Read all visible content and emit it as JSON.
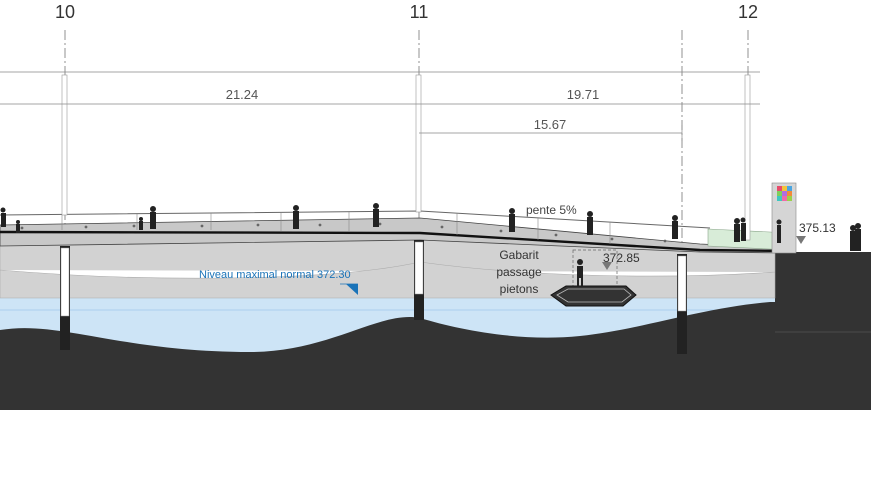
{
  "axes": [
    "10",
    "11",
    "12"
  ],
  "dimensions": {
    "span_10_11": "21.24",
    "span_11_12": "19.71",
    "span_sub": "15.67"
  },
  "annotations": {
    "slope": "pente 5%",
    "max_water_level": "Niveau maximal normal 372.30",
    "clearance_line1": "Gabarit",
    "clearance_line2": "passage",
    "clearance_line3": "pietons",
    "clearance_level": "372.85",
    "deck_level": "375.13"
  },
  "colors": {
    "water": "#cde4f6",
    "ground": "#333333",
    "deck": "#c8c8c8",
    "accent_blue": "#1a73b8"
  }
}
